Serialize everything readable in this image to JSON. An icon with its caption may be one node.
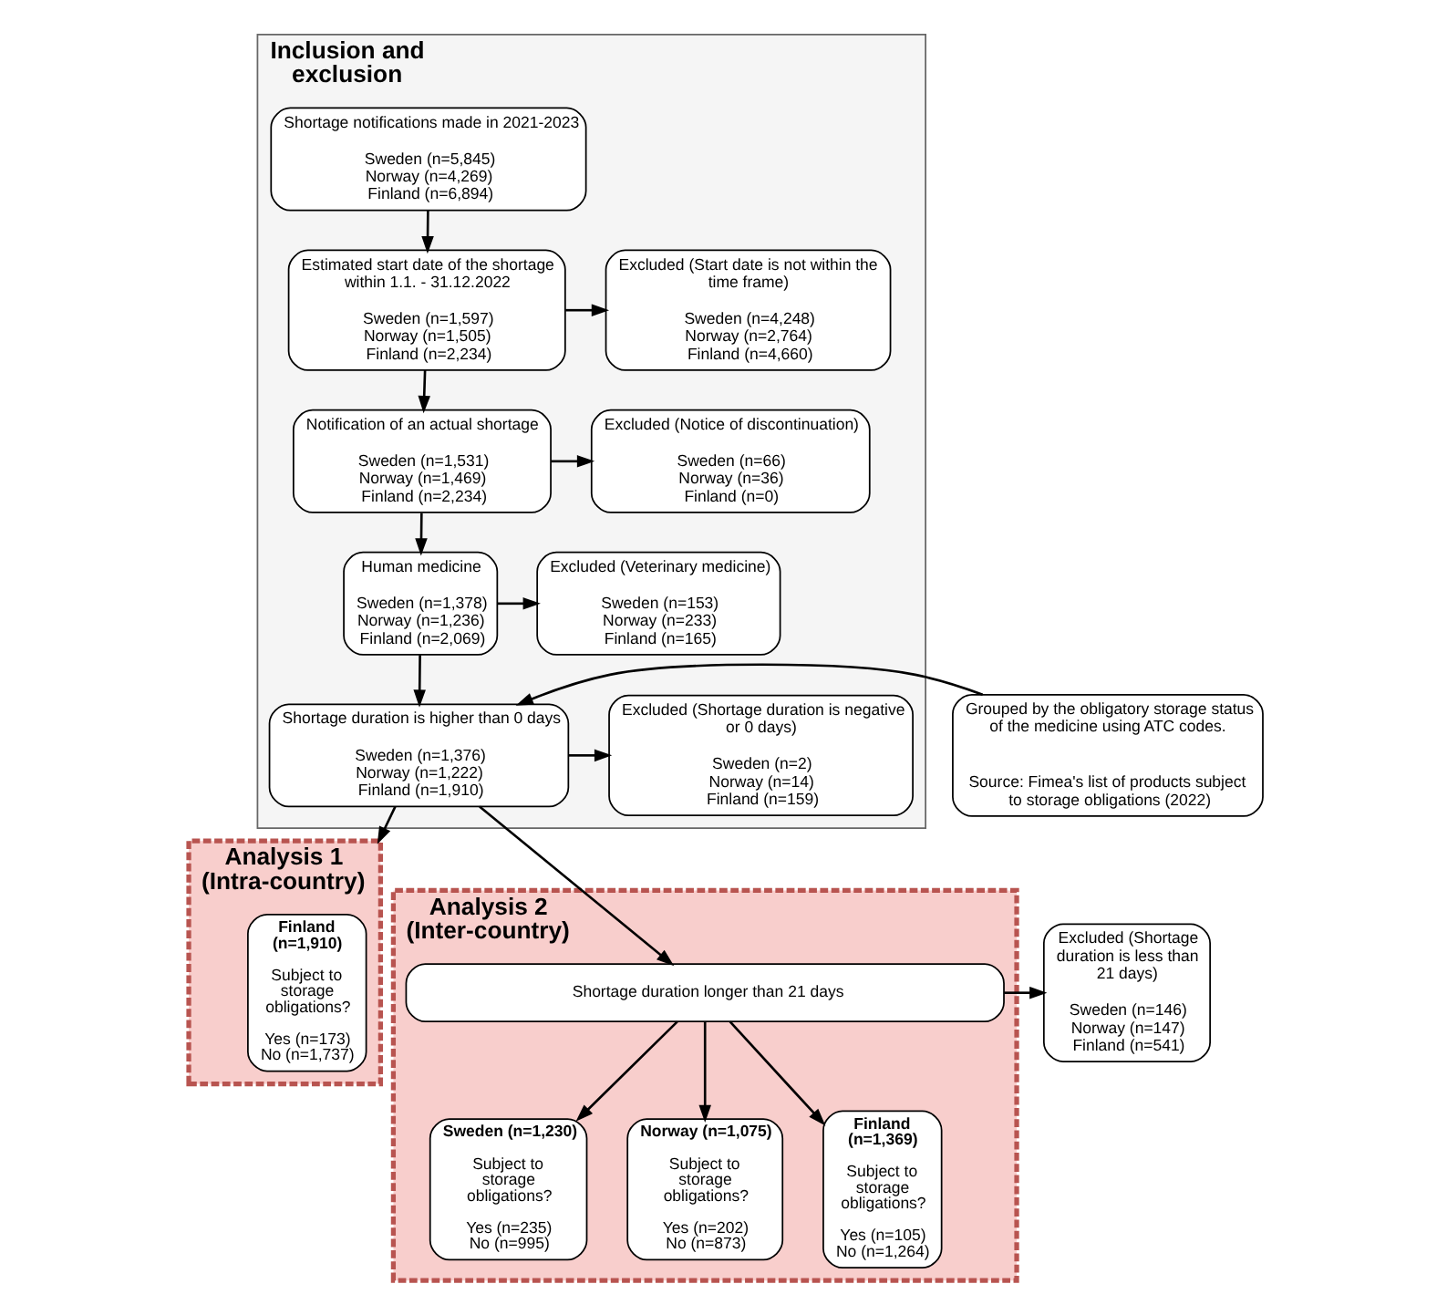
{
  "diagram": {
    "nodes": [
      {
        "text": [
          "Inclusion and exclusion"
        ]
      },
      {
        "text": [
          "Shortage notifications made in 2021-2023",
          "Sweden (n=5,845)",
          "Norway (n=4,269)",
          "Finland (n=6,894)"
        ],
        "in": 0
      },
      {
        "text": [
          "Estimated start date of the shortage within 1.1. - 31.12.2022",
          "Sweden (n=1,597)",
          "Norway (n=1,505)",
          "Finland (n=2,234)"
        ],
        "in": 0
      },
      {
        "text": [
          "Excluded (Start date is not within the time frame)",
          "Sweden (n=4,248)",
          "Norway (n=2,764)",
          "Finland (n=4,660)"
        ],
        "in": 0
      },
      {
        "text": [
          "Notification of an actual shortage",
          "Sweden (n=1,531)",
          "Norway (n=1,469)",
          "Finland (n=2,234)"
        ],
        "in": 0
      },
      {
        "text": [
          "Excluded (Notice of discontinuation)",
          "Sweden (n=66)",
          "Norway (n=36)",
          "Finland (n=0)"
        ],
        "in": 0
      },
      {
        "text": [
          "Human medicine",
          "Sweden (n=1,378)",
          "Norway (n=1,236)",
          "Finland (n=2,069)"
        ],
        "in": 0
      },
      {
        "text": [
          "Excluded (Veterinary medicine)",
          "Sweden (n=153)",
          "Norway (n=233)",
          "Finland (n=165)"
        ],
        "in": 0
      },
      {
        "text": [
          "Grouped by the obligatory storage status of the medicine using ATC codes.",
          "Source: Fimea's list of products subject to storage obligations (2022)"
        ]
      },
      {
        "text": [
          "Shortage duration is higher than 0 days",
          "Sweden (n=1,376)",
          "Norway (n=1,222)",
          "Finland (n=1,910)"
        ],
        "in": 0
      },
      {
        "text": [
          "Excluded (Shortage duration is negative or 0 days)",
          "Sweden (n=2)",
          "Norway (n=14)",
          "Finland (n=159)"
        ],
        "in": 0
      },
      {
        "text": [
          "Analysis 1 (Intra-country)"
        ]
      },
      {
        "text": [
          "Finland (n=1,910)",
          "Subject to storage obligations?",
          "Yes (n=173)",
          "No (n=1,737)"
        ],
        "in": 11
      },
      {
        "text": [
          "Analysis 2 (Inter-country)"
        ]
      },
      {
        "text": [
          "Shortage duration longer than 21 days"
        ],
        "in": 13
      },
      {
        "text": [
          "Excluded (Shortage duration is less than 21 days)",
          "Sweden (n=146)",
          "Norway (n=147)",
          "Finland (n=541)"
        ]
      },
      {
        "text": [
          "Sweden (n=1,230)",
          "Subject to storage obligations?",
          "Yes (n=235)",
          "No (n=995)"
        ],
        "in": 13
      },
      {
        "text": [
          "Norway (n=1,075)",
          "Subject to storage obligations?",
          "Yes (n=202)",
          "No (n=873)"
        ],
        "in": 13
      },
      {
        "text": [
          "Finland (n=1,369)",
          "Subject to storage obligations?",
          "Yes (n=105)",
          "No (n=1,264)"
        ],
        "in": 13
      }
    ],
    "edges": [
      {
        "from": 1,
        "to": 2,
        "arrow": "to"
      },
      {
        "from": 2,
        "to": 3,
        "arrow": "to"
      },
      {
        "from": 2,
        "to": 4,
        "arrow": "to"
      },
      {
        "from": 4,
        "to": 5,
        "arrow": "to"
      },
      {
        "from": 4,
        "to": 6,
        "arrow": "to"
      },
      {
        "from": 6,
        "to": 7,
        "arrow": "to"
      },
      {
        "from": 6,
        "to": 9,
        "arrow": "to"
      },
      {
        "from": 8,
        "to": 9,
        "arrow": "to"
      },
      {
        "from": 9,
        "to": 10,
        "arrow": "to"
      },
      {
        "from": 9,
        "to": 11,
        "arrow": "to"
      },
      {
        "from": 9,
        "to": 14,
        "arrow": "to"
      },
      {
        "from": 14,
        "to": 15,
        "arrow": "to"
      },
      {
        "from": 14,
        "to": 16,
        "arrow": "to"
      },
      {
        "from": 14,
        "to": 17,
        "arrow": "to"
      },
      {
        "from": 14,
        "to": 18,
        "arrow": "to"
      }
    ]
  }
}
